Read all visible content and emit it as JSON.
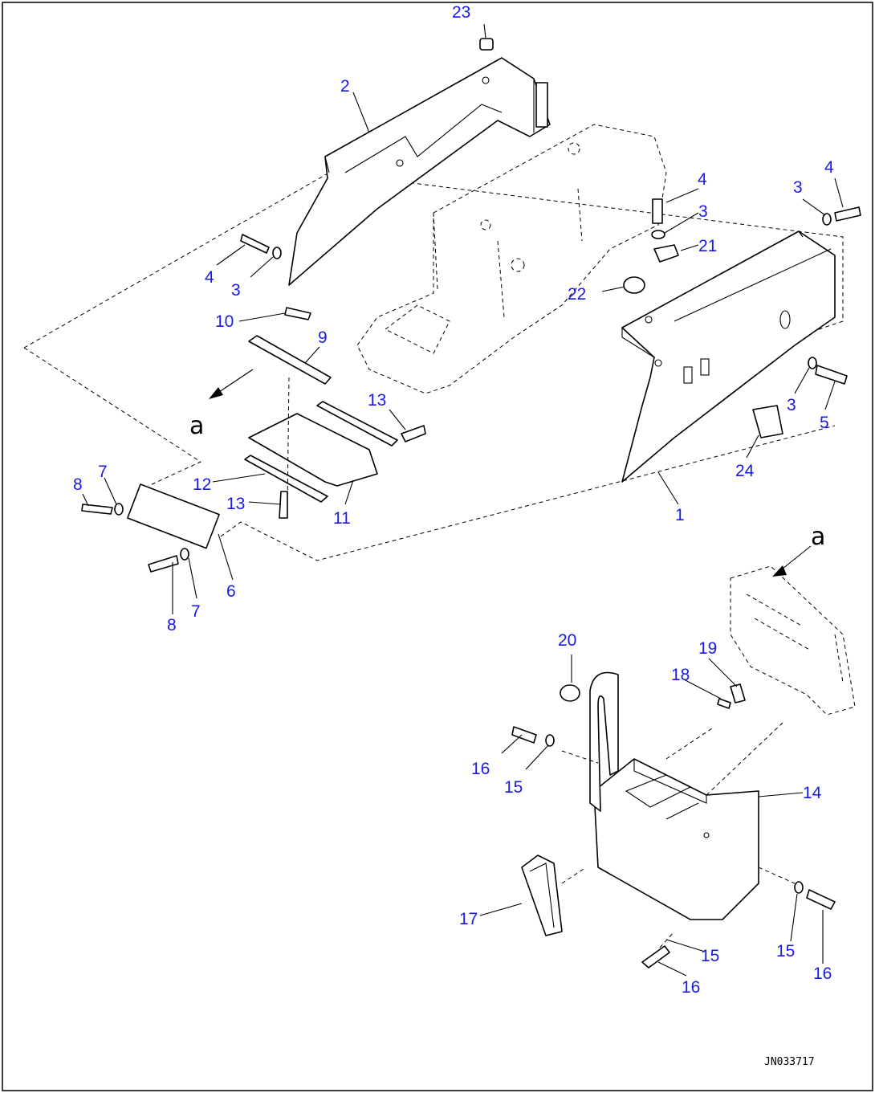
{
  "diagram": {
    "view_letter": "a",
    "drawing_code": "JN033717",
    "callouts": [
      "23",
      "2",
      "4",
      "3",
      "21",
      "4",
      "3",
      "22",
      "4",
      "3",
      "10",
      "9",
      "3",
      "5",
      "13",
      "24",
      "12",
      "13",
      "11",
      "1",
      "8",
      "7",
      "8",
      "7",
      "6",
      "20",
      "19",
      "18",
      "16",
      "15",
      "14",
      "17",
      "15",
      "16",
      "15",
      "16"
    ]
  }
}
